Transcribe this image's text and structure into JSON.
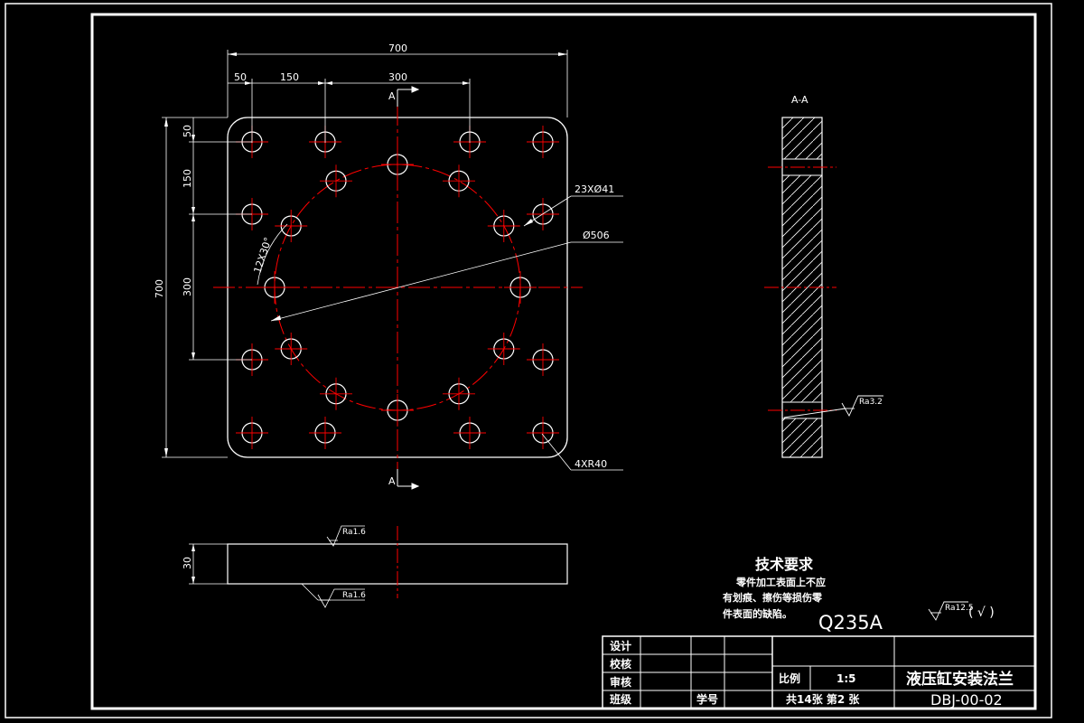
{
  "dims": {
    "overall_width": "700",
    "seg_50": "50",
    "seg_150": "150",
    "seg_300": "300",
    "overall_height": "700",
    "v_50": "50",
    "v_150": "150",
    "v_300": "300",
    "thickness": "30"
  },
  "callouts": {
    "holes": "23XØ41",
    "bolt_circle": "Ø506",
    "radius": "4XR40",
    "angle": "12X30°"
  },
  "section": {
    "marker": "A",
    "title": "A-A"
  },
  "roughness": {
    "top": "Ra1.6",
    "bottom": "Ra1.6",
    "side": "Ra3.2",
    "general": "Ra12.5",
    "general_suffix": "( √ )"
  },
  "notes": {
    "heading": "技术要求",
    "line1": "零件加工表面上不应",
    "line2": "有划痕、擦伤等损伤零",
    "line3": "件表面的缺陷。"
  },
  "material": "Q235A",
  "title_block": {
    "design": "设计",
    "check": "校核",
    "review": "审核",
    "class": "班级",
    "student_no": "学号",
    "scale_label": "比例",
    "scale_value": "1:5",
    "sheets": "共14张 第2 张",
    "part_name": "液压缸安装法兰",
    "drawing_no": "DBJ-00-02"
  },
  "colors": {
    "background": "#000000",
    "outline": "#ffffff",
    "centerline": "#ff0000"
  }
}
